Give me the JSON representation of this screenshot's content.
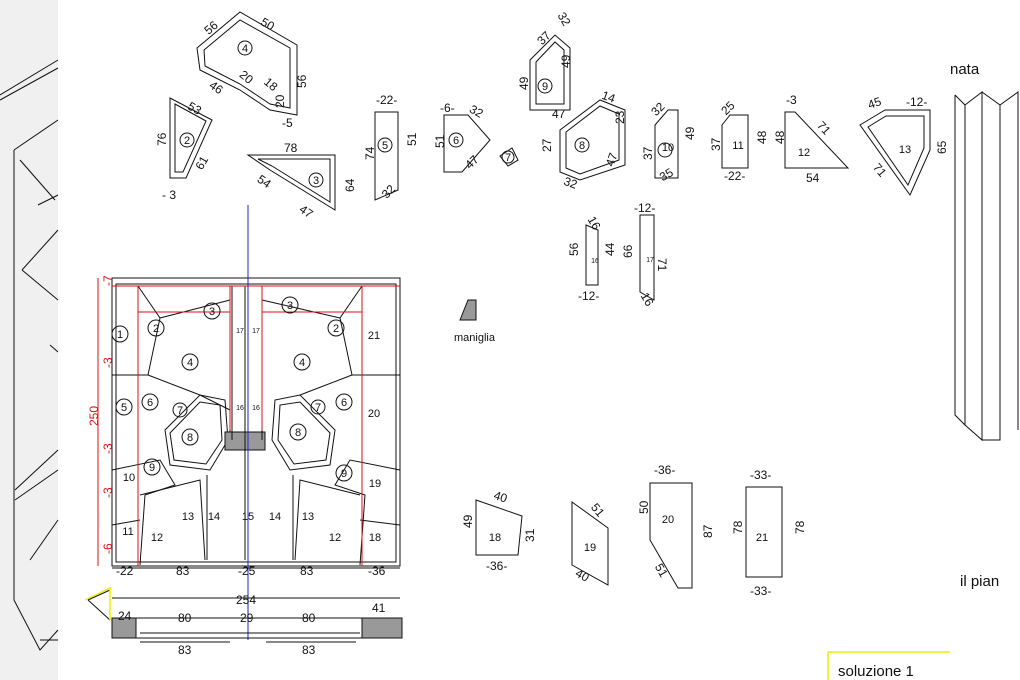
{
  "panel_numbers": {
    "p1": "1",
    "p2": "2",
    "p3": "3",
    "p4": "4",
    "p5": "5",
    "p6": "6",
    "p7": "7",
    "p8": "8",
    "p9": "9",
    "p10": "10",
    "p11": "11",
    "p12": "12",
    "p13": "13",
    "p14": "14",
    "p15": "15",
    "p16": "16",
    "p17": "17",
    "p18": "18",
    "p19": "19",
    "p20": "20",
    "p21": "21"
  },
  "labels": {
    "handle": "maniglia",
    "right_top": "nata",
    "right_mid": "il pian",
    "solution": "soluzione 1"
  },
  "piece_dims": {
    "p4": [
      "56",
      "50",
      "46",
      "20",
      "18",
      "20",
      "56",
      "-5"
    ],
    "p2": [
      "53",
      "76",
      "61",
      "- 3"
    ],
    "p3": [
      "78",
      "54",
      "47",
      "64"
    ],
    "p5": [
      "-22-",
      "74",
      "51",
      "32"
    ],
    "p6": [
      "-6-",
      "32",
      "51",
      "47"
    ],
    "p9": [
      "37",
      "49",
      "32",
      "49",
      "47"
    ],
    "p8": [
      "14",
      "27",
      "23",
      "47",
      "32"
    ],
    "p10": [
      "32",
      "37",
      "49",
      "35"
    ],
    "p11": [
      "25",
      "37",
      "48",
      "-22-"
    ],
    "p12": [
      "-3",
      "48",
      "71",
      "54"
    ],
    "p13": [
      "45",
      "-12-",
      "65",
      "71"
    ],
    "p16": [
      "16",
      "56",
      "44",
      "-12-"
    ],
    "p17": [
      "-12-",
      "66",
      "71",
      "16"
    ],
    "p18": [
      "40",
      "49",
      "31",
      "-36-"
    ],
    "p19": [
      "51",
      "40"
    ],
    "p20": [
      "-36-",
      "50",
      "87",
      "51"
    ],
    "p21": [
      "-33-",
      "78",
      "78",
      "-33-"
    ]
  },
  "assembly_dims": {
    "height": "250",
    "left_offsets": [
      "-7",
      "-3",
      "-3",
      "-3",
      "-6"
    ],
    "bottom": [
      "-22",
      "83",
      "-25",
      "83",
      "-36"
    ],
    "overall": "254",
    "lower": [
      "24",
      "80",
      "29",
      "80",
      "41"
    ],
    "lower_bottom": [
      "83",
      "83"
    ]
  }
}
